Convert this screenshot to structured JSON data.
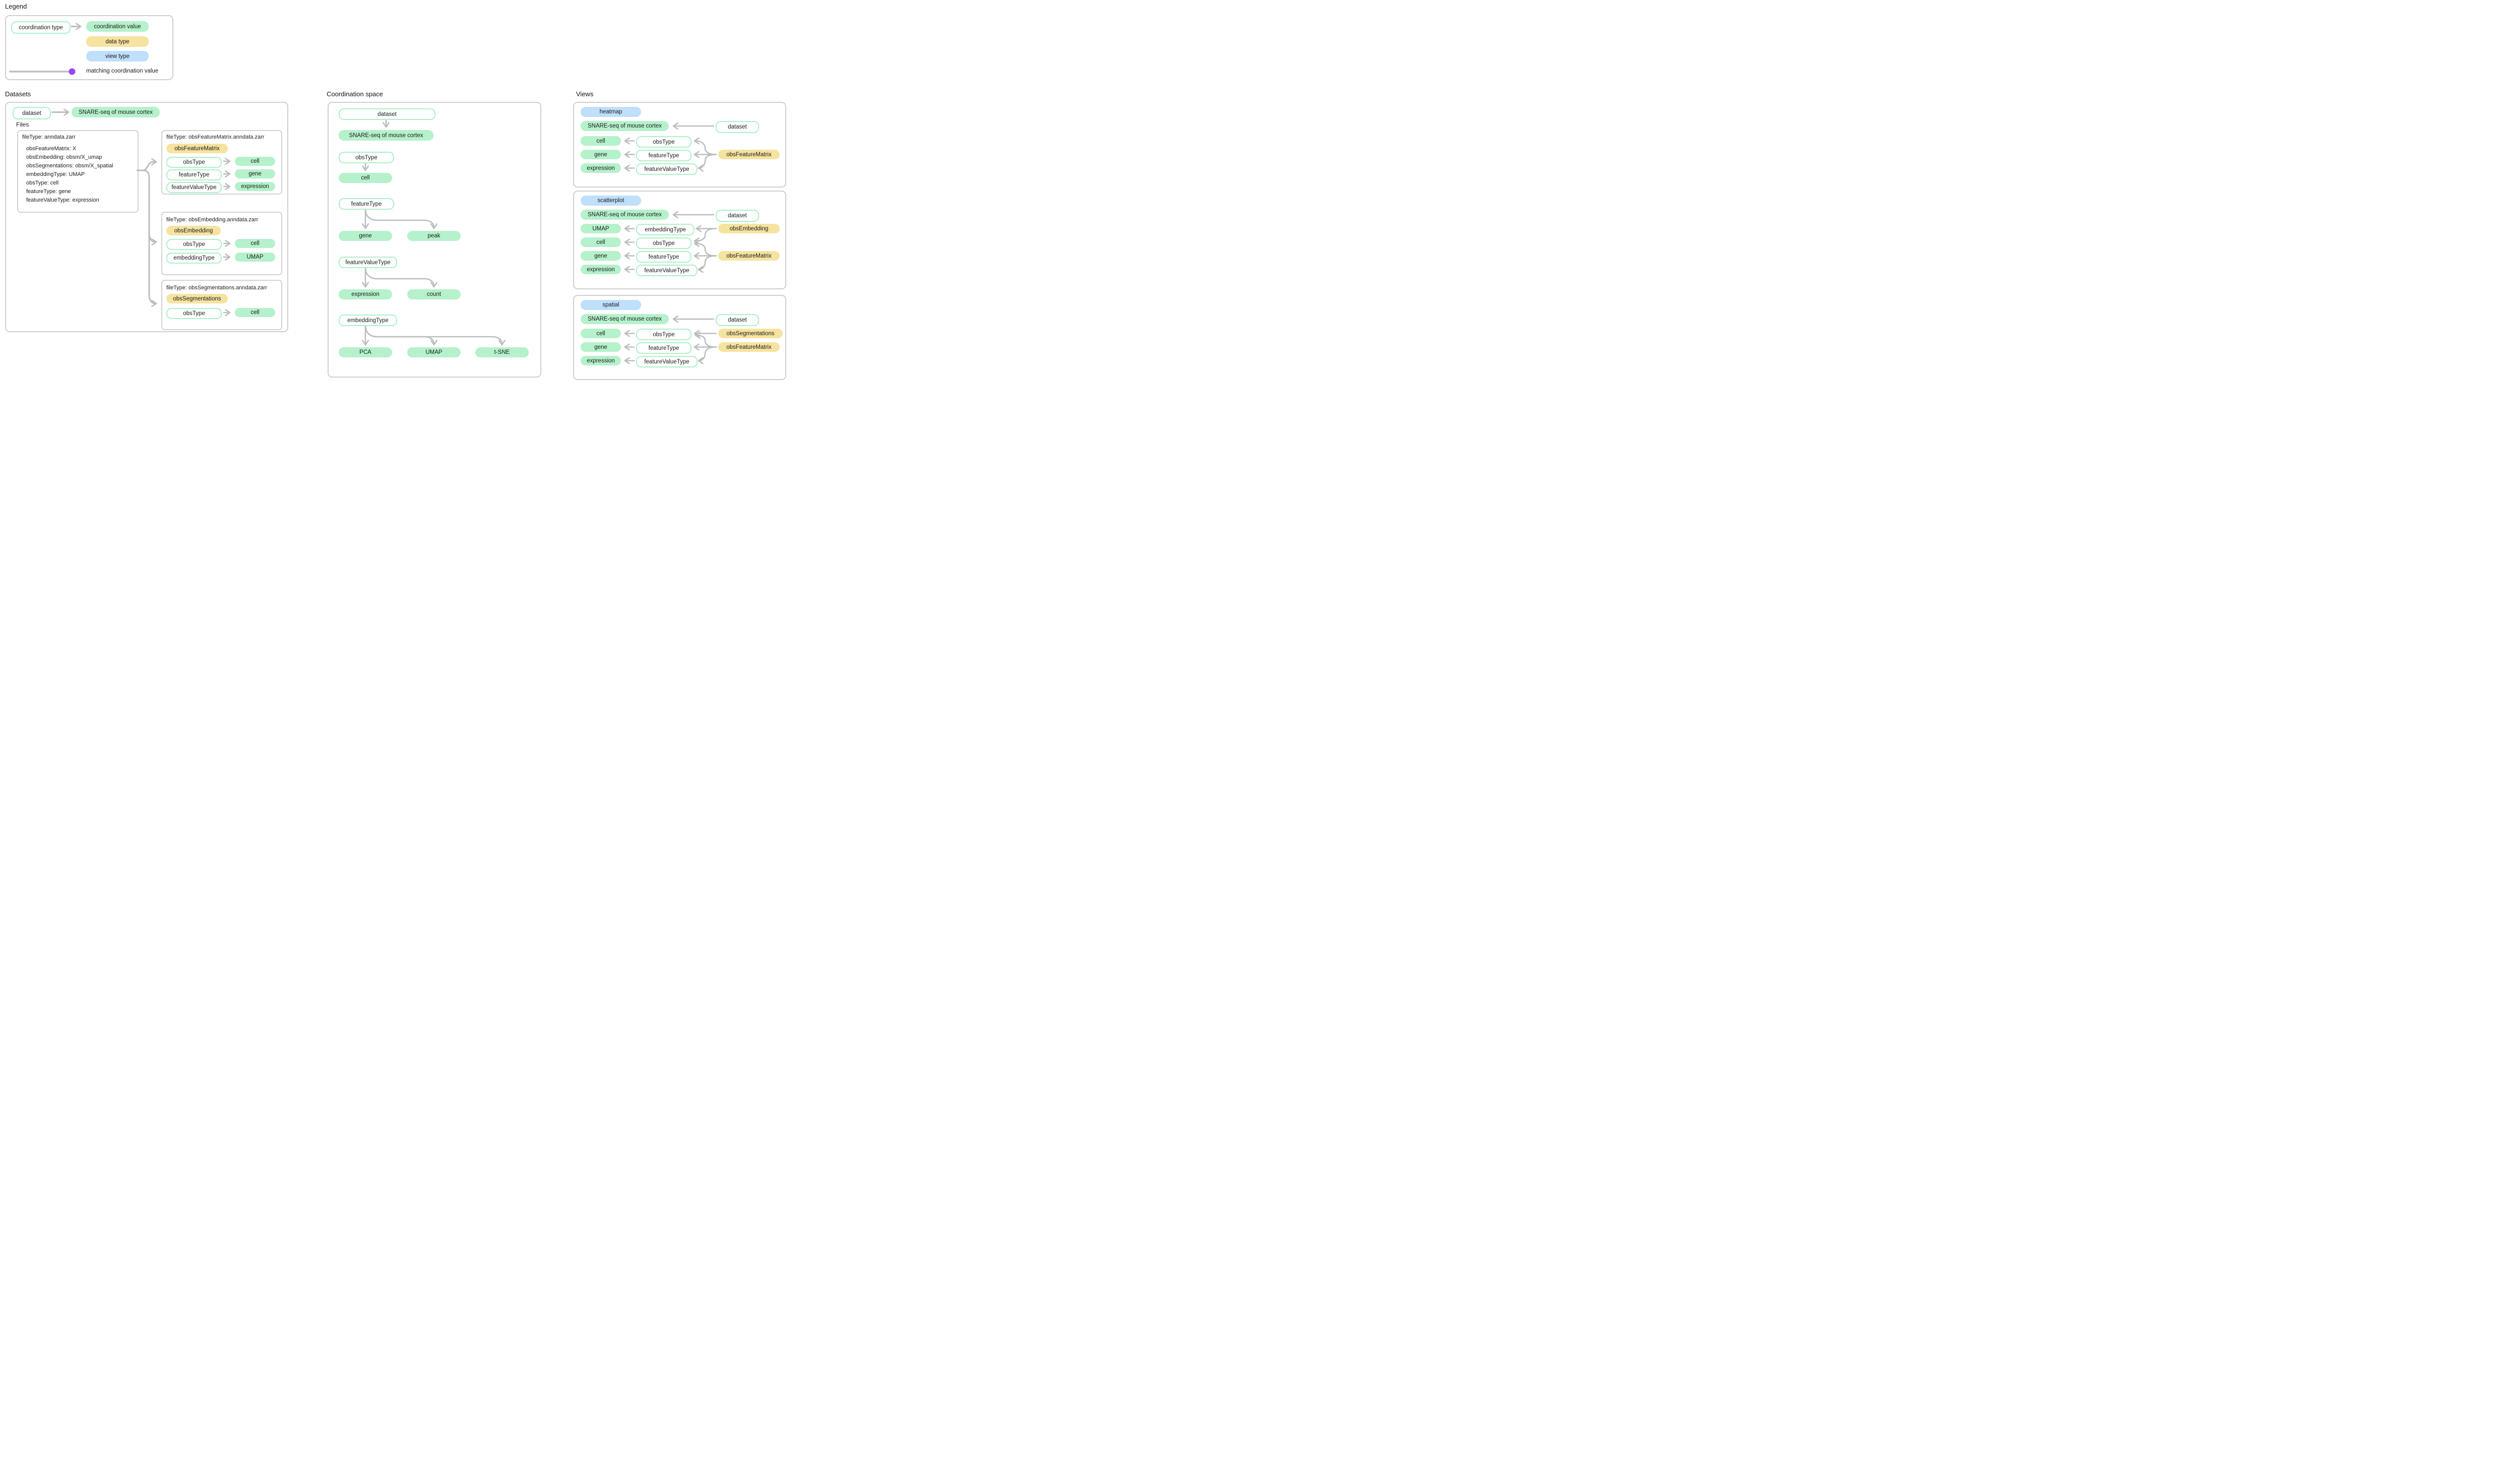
{
  "colors": {
    "coordination_value_fill": "#b5f1cb",
    "coordination_type_border": "#aef0c6",
    "data_type_fill": "#f6e3a0",
    "view_type_fill": "#bfdffb",
    "matching_link": "#9b45f3",
    "arrow": "#bdbdbd",
    "panel_border": "#cfcfcf"
  },
  "legend": {
    "title": "Legend",
    "coordination_type": "coordination type",
    "coordination_value": "coordination value",
    "data_type": "data type",
    "view_type": "view type",
    "matching_label": "matching coordination value"
  },
  "datasets": {
    "title": "Datasets",
    "dataset_type": "dataset",
    "dataset_name": "SNARE-seq of mouse cortex",
    "files_label": "Files",
    "source_file": {
      "title": "fileType: anndata.zarr",
      "lines": [
        "obsFeatureMatrix: X",
        "obsEmbedding: obsm/X_umap",
        "obsSegmentations: obsm/X_spatial",
        "embeddingType: UMAP",
        "obsType: cell",
        "featureType: gene",
        "featureValueType: expression"
      ]
    },
    "files": [
      {
        "title": "fileType: obsFeatureMatrix.anndata.zarr",
        "data_type": "obsFeatureMatrix",
        "rows": [
          {
            "type": "obsType",
            "value": "cell"
          },
          {
            "type": "featureType",
            "value": "gene"
          },
          {
            "type": "featureValueType",
            "value": "expression"
          }
        ]
      },
      {
        "title": "fileType: obsEmbedding.anndata.zarr",
        "data_type": "obsEmbedding",
        "rows": [
          {
            "type": "obsType",
            "value": "cell"
          },
          {
            "type": "embeddingType",
            "value": "UMAP"
          }
        ]
      },
      {
        "title": "fileType: obsSegmentations.anndata.zarr",
        "data_type": "obsSegmentations",
        "rows": [
          {
            "type": "obsType",
            "value": "cell"
          }
        ]
      }
    ]
  },
  "coordination_space": {
    "title": "Coordination space",
    "groups": [
      {
        "type": "dataset",
        "values": [
          "SNARE-seq of mouse cortex"
        ]
      },
      {
        "type": "obsType",
        "values": [
          "cell"
        ]
      },
      {
        "type": "featureType",
        "values": [
          "gene",
          "peak"
        ]
      },
      {
        "type": "featureValueType",
        "values": [
          "expression",
          "count"
        ]
      },
      {
        "type": "embeddingType",
        "values": [
          "PCA",
          "UMAP",
          "t-SNE"
        ]
      }
    ]
  },
  "views": {
    "title": "Views",
    "panels": [
      {
        "view_type": "heatmap",
        "dataset": {
          "value": "SNARE-seq of mouse cortex",
          "type": "dataset"
        },
        "rows": [
          {
            "value": "cell",
            "type": "obsType"
          },
          {
            "value": "gene",
            "type": "featureType"
          },
          {
            "value": "expression",
            "type": "featureValueType"
          }
        ],
        "data_sources": [
          "obsFeatureMatrix"
        ]
      },
      {
        "view_type": "scatterplot",
        "dataset": {
          "value": "SNARE-seq of mouse cortex",
          "type": "dataset"
        },
        "rows": [
          {
            "value": "UMAP",
            "type": "embeddingType"
          },
          {
            "value": "cell",
            "type": "obsType"
          },
          {
            "value": "gene",
            "type": "featureType"
          },
          {
            "value": "expression",
            "type": "featureValueType"
          }
        ],
        "data_sources": [
          "obsEmbedding",
          "obsFeatureMatrix"
        ]
      },
      {
        "view_type": "spatial",
        "dataset": {
          "value": "SNARE-seq of mouse cortex",
          "type": "dataset"
        },
        "rows": [
          {
            "value": "cell",
            "type": "obsType"
          },
          {
            "value": "gene",
            "type": "featureType"
          },
          {
            "value": "expression",
            "type": "featureValueType"
          }
        ],
        "data_sources": [
          "obsSegmentations",
          "obsFeatureMatrix"
        ]
      }
    ]
  }
}
